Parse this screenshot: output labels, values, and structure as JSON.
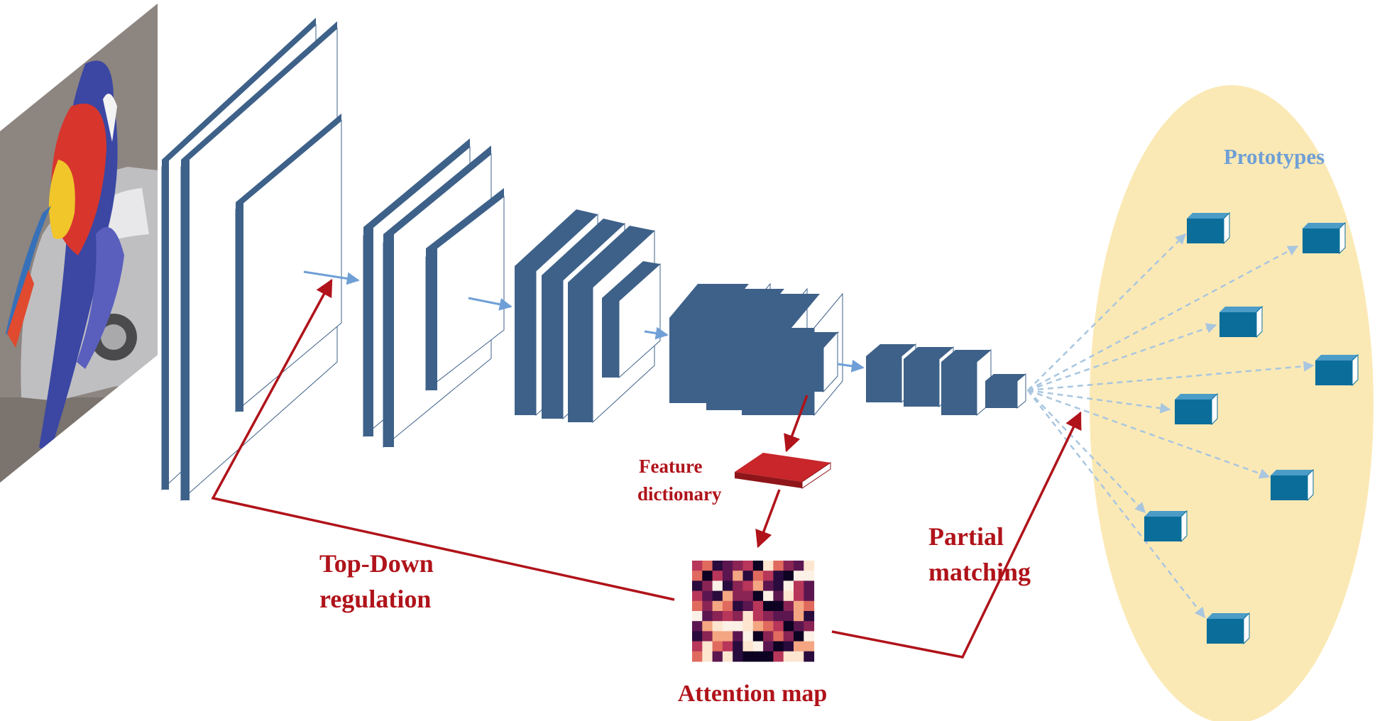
{
  "labels": {
    "prototypes": "Prototypes",
    "feature_dictionary_line1": "Feature",
    "feature_dictionary_line2": "dictionary",
    "top_down_line1": "Top-Down",
    "top_down_line2": "regulation",
    "partial_line1": "Partial",
    "partial_line2": "matching",
    "attention_map": "Attention map"
  },
  "icons": {
    "input": "input-image-icon",
    "layer": "conv-layer-icon",
    "prototype": "prototype-cube-icon",
    "attention": "attention-heatmap-icon",
    "dictionary": "feature-dictionary-icon"
  },
  "colors": {
    "layer_front": "#3e6189",
    "layer_top": "#3e6189",
    "layer_face": "#ffffff",
    "prototype_front": "#0b6e9a",
    "prototype_top": "#4c9cc8",
    "red_arrow": "#b0131a",
    "blue_arrow": "#6f9fd6",
    "dashed_arrow": "#a9c6df",
    "ellipse_fill": "#fbe9b5",
    "dictionary_fill": "#c8262a"
  }
}
